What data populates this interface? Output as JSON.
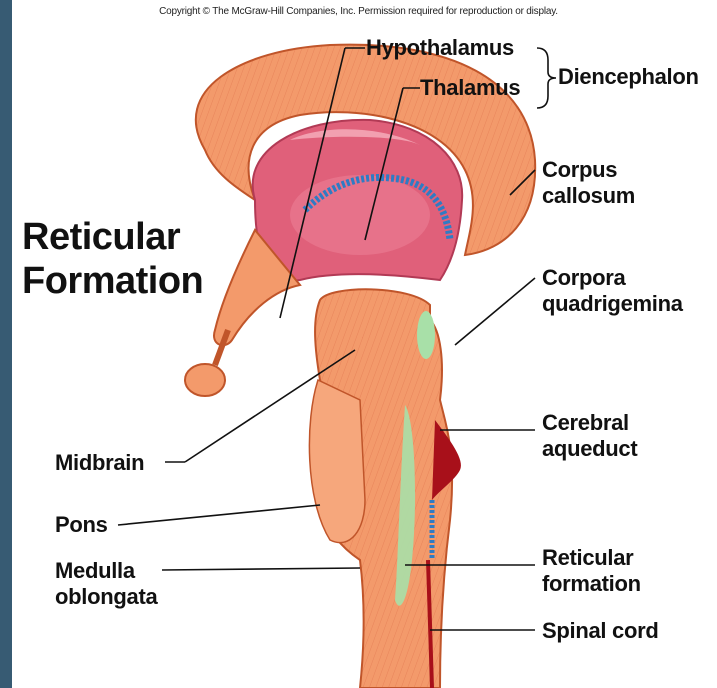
{
  "copyright": "Copyright © The McGraw-Hill Companies, Inc. Permission required for reproduction or display.",
  "title_lines": [
    "Reticular",
    "Formation"
  ],
  "labels": {
    "hypothalamus": "Hypothalamus",
    "thalamus": "Thalamus",
    "diencephalon": "Diencephalon",
    "corpus_callosum": [
      "Corpus",
      "callosum"
    ],
    "corpora_quadrigemina": [
      "Corpora",
      "quadrigemina"
    ],
    "cerebral_aqueduct": [
      "Cerebral",
      "aqueduct"
    ],
    "reticular_formation": [
      "Reticular",
      "formation"
    ],
    "spinal_cord": "Spinal cord",
    "midbrain": "Midbrain",
    "pons": "Pons",
    "medulla_oblongata": [
      "Medulla",
      "oblongata"
    ]
  },
  "colors": {
    "background": "#375b73",
    "tissue": "#f39a6b",
    "tissue_outline": "#c0552a",
    "diencephalon_pink": "#e0607a",
    "ventricle_red": "#a8101a",
    "choroid_blue": "#2f7bc4",
    "reticular_green": "#a8e0a8",
    "leader_line": "#111111"
  }
}
